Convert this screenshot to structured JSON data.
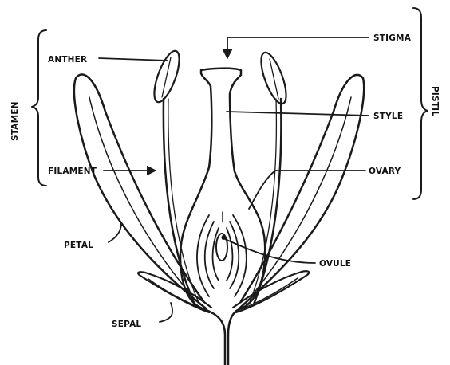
{
  "diagram": {
    "labels": {
      "anther": "ANTHER",
      "stigma": "STIGMA",
      "stamen": "STAMEN",
      "style": "STYLE",
      "pistil": "PISTIL",
      "filament": "FILAMENT",
      "ovary": "OVARY",
      "petal": "PETAL",
      "ovule": "OVULE",
      "sepal": "SEPAL"
    },
    "colors": {
      "ink": "#1a1a1a",
      "background": "#ffffff"
    }
  }
}
